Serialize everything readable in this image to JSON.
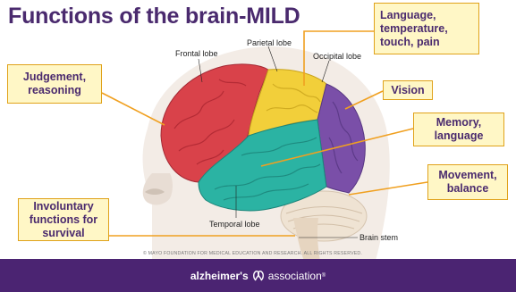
{
  "slide": {
    "title": "Functions of the brain-MILD"
  },
  "figure": {
    "labels": {
      "frontal": "Frontal lobe",
      "parietal": "Parietal lobe",
      "occipital": "Occipital lobe",
      "temporal": "Temporal lobe",
      "brainstem": "Brain stem"
    },
    "credit": "© MAYO FOUNDATION FOR MEDICAL EDUCATION AND RESEARCH. ALL RIGHTS RESERVED."
  },
  "callouts": {
    "judgement": "Judgement, reasoning",
    "language": "Language, temperature, touch, pain",
    "vision": "Vision",
    "memory": "Memory, language",
    "movement": "Movement, balance",
    "involuntary": "Involuntary functions for survival"
  },
  "footer": {
    "logo_left": "alzheimer's",
    "logo_right": "association",
    "mark": "®"
  },
  "colors": {
    "title": "#4a2a6e",
    "footer_bg": "#4b2472",
    "callout_bg": "#fff7c6",
    "callout_border": "#e0a21a",
    "arrow": "#f0a020",
    "frontal": "#d9424a",
    "parietal": "#f2cf3a",
    "temporal": "#2bb3a3",
    "occipital": "#7a4fa8",
    "cerebellum": "#efe3d3"
  }
}
